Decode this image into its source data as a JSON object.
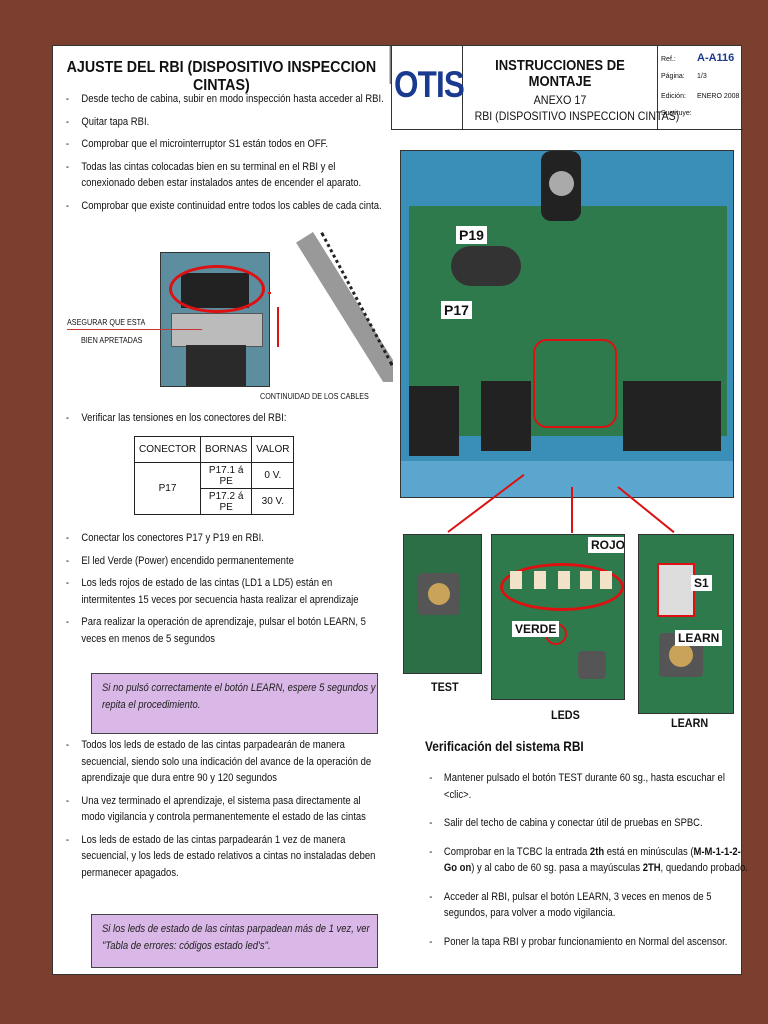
{
  "header": {
    "title": "AJUSTE DEL RBI (DISPOSITIVO INSPECCION CINTAS)",
    "logo": "OTIS",
    "instr_title": "INSTRUCCIONES DE MONTAJE",
    "instr_annex": "ANEXO 17",
    "instr_sub": "RBI (DISPOSITIVO INSPECCION CINTAS)",
    "meta": {
      "ref_label": "Ref.:",
      "ref_value": "A-A116",
      "page_label": "Página:",
      "page_value": "1/3",
      "edition_label": "Edición:",
      "edition_value": "ENERO 2008",
      "replaces_label": "Sustituye:"
    }
  },
  "steps_1": [
    "Desde techo de cabina, subir en modo inspección hasta acceder al RBI.",
    "Quitar tapa RBI.",
    "Comprobar que el microinterruptor S1 están todos en OFF.",
    "Todas las cintas colocadas bien en su terminal en el RBI y el conexionado deben estar instalados antes de encender el aparato.",
    "Comprobar que existe continuidad entre todos los cables de cada cinta."
  ],
  "photo_labels": {
    "assure": "ASEGURAR QUE ESTA",
    "assure2": "BIEN APRETADAS",
    "continuity": "CONTINUIDAD DE LOS CABLES",
    "p19": "P19",
    "p17": "P17",
    "test": "TEST",
    "leds": "LEDS",
    "learn": "LEARN",
    "rojos": "ROJOS",
    "verde": "VERDE",
    "s1": "S1",
    "learn_tag": "LEARN"
  },
  "verify_voltage": "Verificar las tensiones en los conectores del RBI:",
  "table": {
    "headers": [
      "CONECTOR",
      "BORNAS",
      "VALOR"
    ],
    "connector": "P17",
    "rows": [
      [
        "P17.1 á PE",
        "0 V."
      ],
      [
        "P17.2 á PE",
        "30 V."
      ]
    ]
  },
  "steps_2": [
    "Conectar los conectores P17 y P19 en RBI.",
    "El led Verde (Power) encendido permanentemente",
    "Los leds rojos de estado de las cintas (LD1 a LD5) están en intermitentes 15 veces por secuencia hasta realizar el aprendizaje",
    "Para realizar la operación de aprendizaje, pulsar el botón LEARN, 5 veces en menos  de  5 segundos"
  ],
  "note_1": "Si no pulsó correctamente el botón LEARN, espere 5 segundos y repita el  procedimiento.",
  "steps_3": [
    "Todos los leds de estado de las cintas parpadearán de manera secuencial, siendo solo una indicación del avance de la operación de aprendizaje que dura entre 90 y 120 segundos",
    "Una vez terminado el aprendizaje, el sistema pasa directamente al modo vigilancia y controla permanentemente el estado de las cintas",
    "Los leds de estado de las cintas parpadearán 1 vez de manera secuencial, y los leds de estado relativos a cintas no instaladas deben permanecer apagados."
  ],
  "note_2": "Si los leds de estado de las cintas parpadean más de 1 vez, ver \"Tabla de errores: códigos estado led's\".",
  "verification": {
    "title": "Verificación del sistema RBI",
    "item1": "Mantener pulsado el botón TEST durante 60 sg., hasta escuchar el <clic>.",
    "item2": "Salir del techo de cabina y conectar útil de pruebas en SPBC.",
    "item3_a": "Comprobar en la TCBC la entrada ",
    "item3_b": "2th",
    "item3_c": " está en minúsculas (",
    "item3_d": "M-M-1-1-2-Go on",
    "item3_e": ") y al cabo de 60 sg. pasa a mayúsculas ",
    "item3_f": "2TH",
    "item3_g": ", quedando probado.",
    "item4": "Acceder al RBI, pulsar el botón LEARN, 3 veces en menos de 5 segundos, para volver a modo vigilancia.",
    "item5": "Poner la tapa RBI y probar funcionamiento en Normal del ascensor."
  }
}
